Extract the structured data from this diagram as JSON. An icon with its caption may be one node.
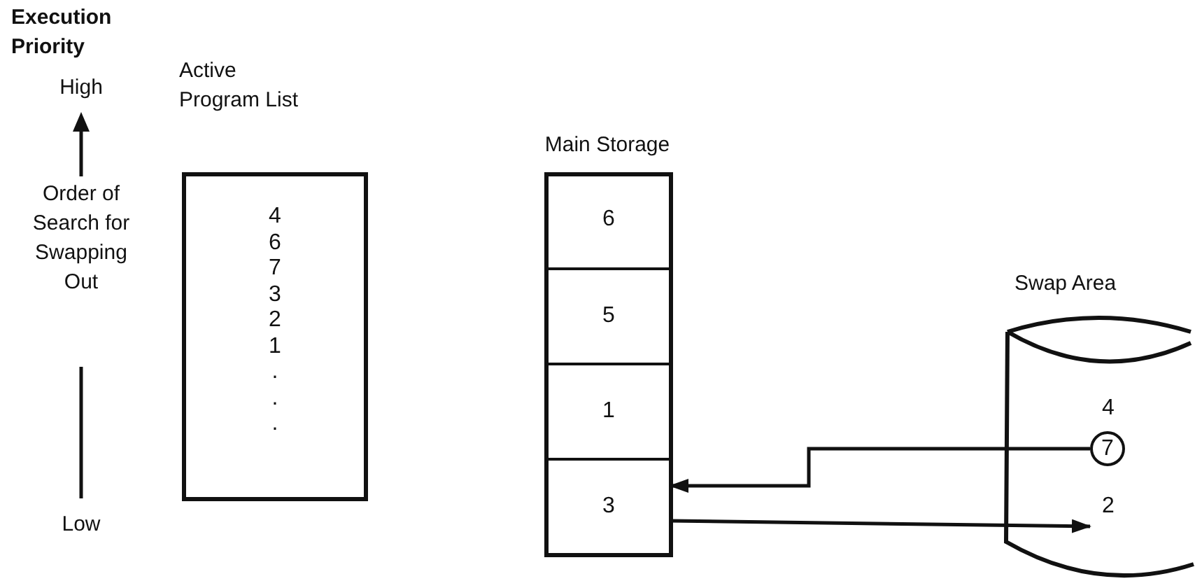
{
  "diagram": {
    "nodes": [
      {
        "text": [
          "Active Program List",
          "4",
          "6",
          "7",
          "3",
          "2",
          "1",
          ".",
          ".",
          "."
        ]
      },
      {
        "text": [
          "Main Storage"
        ]
      },
      {
        "text": [
          "6"
        ],
        "in": 1
      },
      {
        "text": [
          "5"
        ],
        "in": 1
      },
      {
        "text": [
          "1"
        ],
        "in": 1
      },
      {
        "text": [
          "3"
        ],
        "in": 1
      },
      {
        "text": [
          "Swap Area"
        ]
      },
      {
        "text": [
          "4"
        ],
        "in": 6
      },
      {
        "text": [
          "7"
        ],
        "in": 6
      },
      {
        "text": [
          "2"
        ],
        "in": 6
      }
    ],
    "edges": [
      {
        "from": 8,
        "to": 5,
        "arrow": "to"
      },
      {
        "from": 5,
        "to": 9,
        "arrow": "to"
      }
    ],
    "labels": [
      "Execution Priority",
      "High",
      "Order of Search for Swapping Out",
      "Low"
    ]
  }
}
